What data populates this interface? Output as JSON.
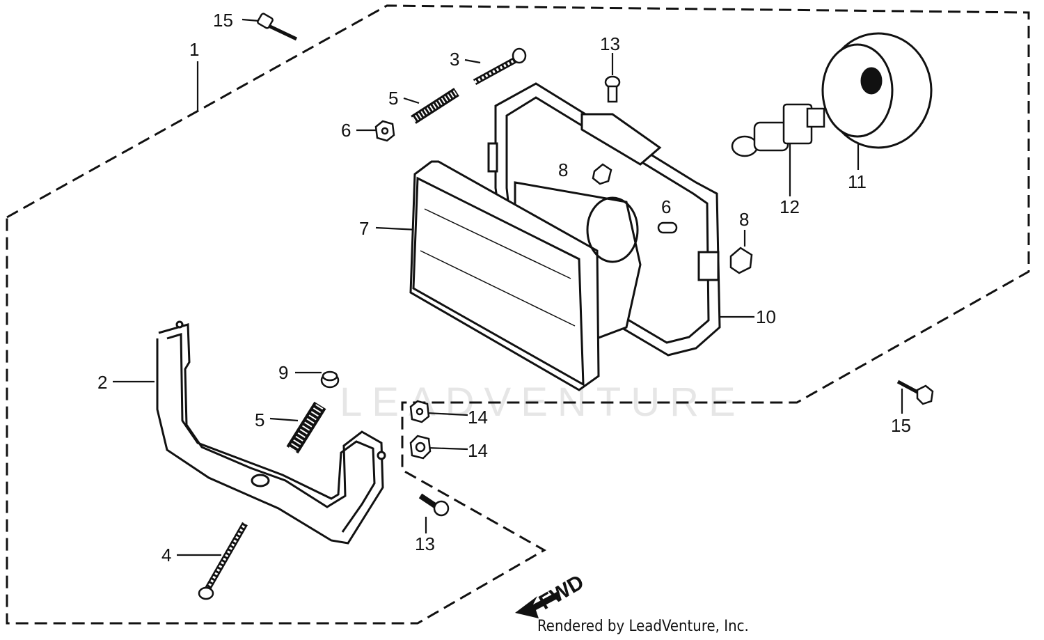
{
  "watermark": "LEADVENTURE",
  "forward_label": "FWD",
  "credit": "Rendered by LeadVenture, Inc.",
  "callouts": {
    "c1": "1",
    "c2": "2",
    "c3": "3",
    "c4": "4",
    "c5a": "5",
    "c5b": "5",
    "c6a": "6",
    "c6b": "6",
    "c7": "7",
    "c8a": "8",
    "c8b": "8",
    "c9": "9",
    "c10": "10",
    "c11": "11",
    "c12": "12",
    "c13a": "13",
    "c13b": "13",
    "c14a": "14",
    "c14b": "14",
    "c15a": "15",
    "c15b": "15"
  }
}
